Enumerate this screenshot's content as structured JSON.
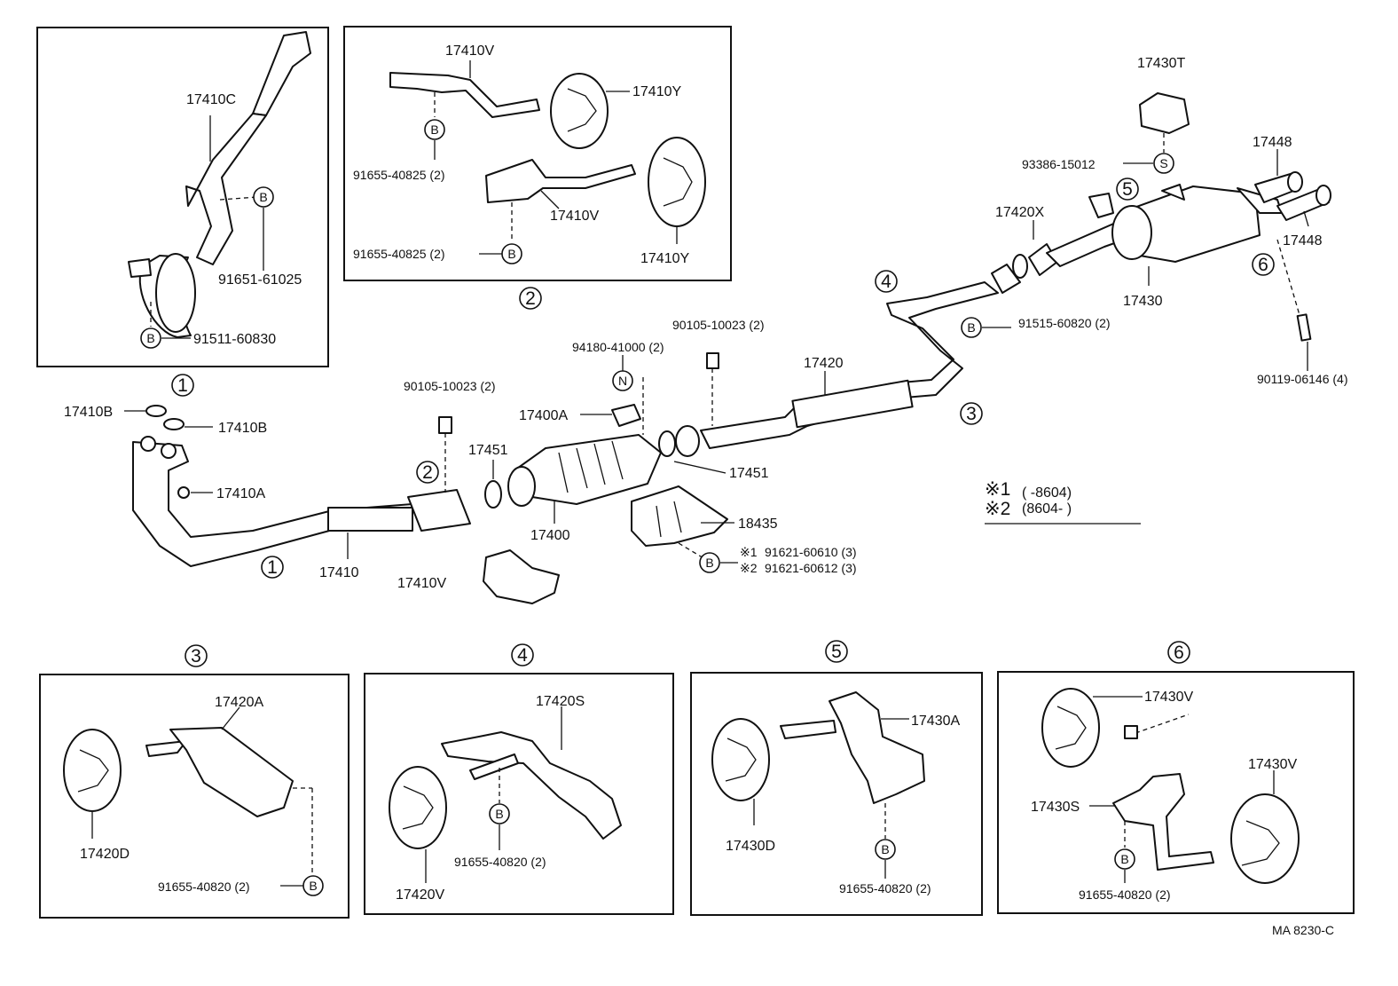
{
  "diagram": {
    "ref_code": "MA 8230-C",
    "footnote": {
      "line1_mark": "※1",
      "line1_range": "(      -8604)",
      "line2_mark": "※2",
      "line2_range": "(8604-      )"
    },
    "detail_boxes": [
      {
        "marker": "1"
      },
      {
        "marker": "2"
      },
      {
        "marker": "3"
      },
      {
        "marker": "4"
      },
      {
        "marker": "5"
      },
      {
        "marker": "6"
      }
    ],
    "callout_markers": [
      "1",
      "2",
      "3",
      "4",
      "5",
      "6"
    ],
    "fastener_marks": {
      "bolt": "B",
      "stud": "S",
      "nut": "N"
    },
    "labels": {
      "p17410C": "17410C",
      "p91651_61025": "91651-61025",
      "p91511_60830": "91511-60830",
      "p17410V_top": "17410V",
      "p17410Y_top": "17410Y",
      "p91655_40825_a": "91655-40825 (2)",
      "p17410V_mid": "17410V",
      "p17410Y_bot": "17410Y",
      "p91655_40825_b": "91655-40825 (2)",
      "p17430T": "17430T",
      "p93386_15012": "93386-15012",
      "p17448_a": "17448",
      "p17448_b": "17448",
      "p17420X": "17420X",
      "p17430": "17430",
      "p91515_60820": "91515-60820 (2)",
      "p90119_06146": "90119-06146 (4)",
      "p90105_10023_a": "90105-10023 (2)",
      "p94180_41000": "94180-41000 (2)",
      "p90105_10023_b": "90105-10023 (2)",
      "p17420": "17420",
      "p17410B_a": "17410B",
      "p17410B_b": "17410B",
      "p17410A": "17410A",
      "p17400A": "17400A",
      "p17451_a": "17451",
      "p17451_b": "17451",
      "p17400": "17400",
      "p18435": "18435",
      "p91621_60610": "91621-60610 (3)",
      "p91621_60612": "91621-60612 (3)",
      "p17410": "17410",
      "p17410V_bot": "17410V",
      "p17420A": "17420A",
      "p17420D": "17420D",
      "p91655_40820_3": "91655-40820 (2)",
      "p17420S": "17420S",
      "p91655_40820_4": "91655-40820 (2)",
      "p17420V": "17420V",
      "p17430A": "17430A",
      "p17430D": "17430D",
      "p91655_40820_5": "91655-40820 (2)",
      "p17430V_a": "17430V",
      "p17430V_b": "17430V",
      "p17430S": "17430S",
      "p91655_40820_6": "91655-40820 (2)"
    }
  }
}
